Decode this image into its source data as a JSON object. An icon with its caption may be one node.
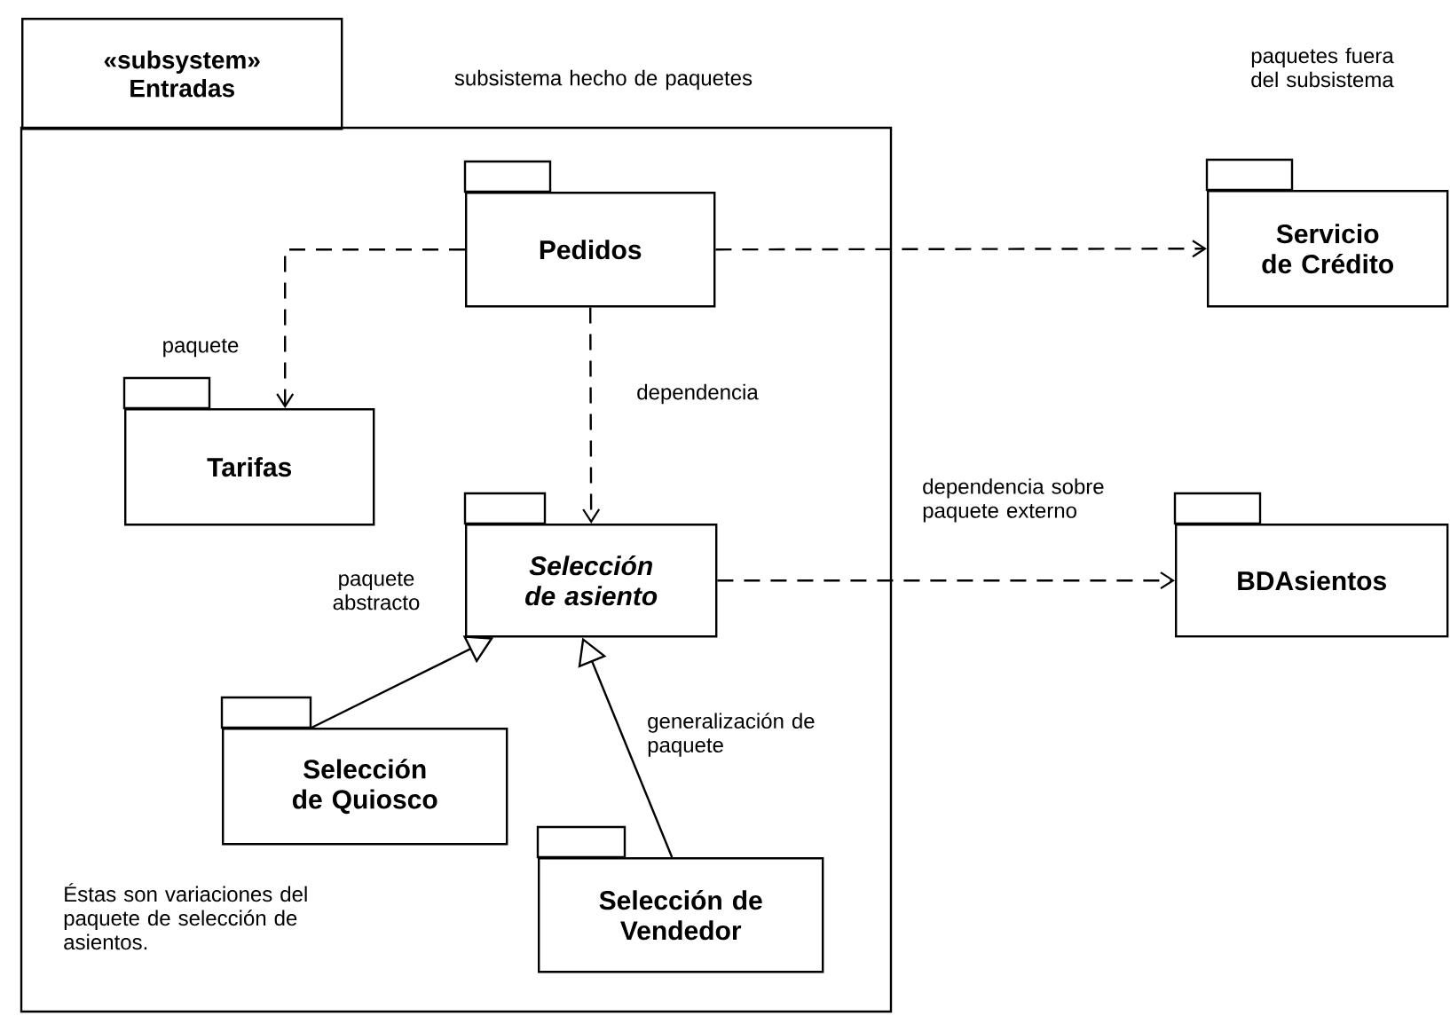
{
  "diagram": {
    "nodes": [
      {
        "text": [
          "«subsystem»",
          "Entradas"
        ]
      },
      {
        "text": [
          "Pedidos"
        ],
        "in": 0
      },
      {
        "text": [
          "Tarifas"
        ],
        "in": 0
      },
      {
        "text": [
          "Selección de asiento"
        ],
        "in": 0
      },
      {
        "text": [
          "Selección de Quiosco"
        ],
        "in": 0
      },
      {
        "text": [
          "Selección de Vendedor"
        ],
        "in": 0
      },
      {
        "text": [
          "Servicio de Crédito"
        ]
      },
      {
        "text": [
          "BDAsientos"
        ]
      }
    ],
    "edges": [
      {
        "from": 1,
        "to": 2,
        "arrow": "to",
        "style": "dashed"
      },
      {
        "from": 1,
        "to": 3,
        "arrow": "to",
        "style": "dashed"
      },
      {
        "from": 1,
        "to": 6,
        "arrow": "to",
        "style": "dashed"
      },
      {
        "from": 3,
        "to": 7,
        "arrow": "to",
        "style": "dashed"
      },
      {
        "from": 4,
        "to": 3,
        "arrow": "to"
      },
      {
        "from": 5,
        "to": 3,
        "arrow": "to"
      }
    ],
    "labels": [
      "subsistema hecho de paquetes",
      "paquetes fuera del subsistema",
      "paquete",
      "dependencia",
      "dependencia sobre paquete externo",
      "paquete abstracto",
      "generalización de paquete",
      "Éstas son variaciones del paquete de selección de asientos."
    ]
  }
}
